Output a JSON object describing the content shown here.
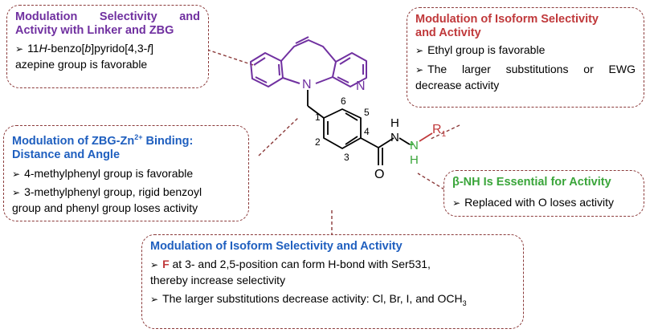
{
  "boxes": {
    "purple": {
      "title_line1": "Modulation Selectivity and",
      "title_line2": "Activity with Linker and ZBG",
      "item1_pre": "11",
      "item1_h": "H",
      "item1_mid": "-benzo[",
      "item1_b": "b",
      "item1_mid2": "]pyrido[4,3-",
      "item1_f": "f",
      "item1_end": "]",
      "item1_line2": "azepine group is favorable"
    },
    "red": {
      "title_line1": "Modulation of Isoform Selectivity",
      "title_line2": "and Activity",
      "item1": "Ethyl group is favorable",
      "item2_line1": "The larger substitutions or EWG",
      "item2_line2": "decrease activity"
    },
    "blue_left": {
      "title_line1_pre": "Modulation of ZBG-Zn",
      "title_line1_sup": "2+",
      "title_line1_post": " Binding:",
      "title_line2": "Distance and Angle",
      "item1": "4-methylphenyl group is favorable",
      "item2_line1": "3-methylphenyl group, rigid benzoyl",
      "item2_line2": "group and phenyl group loses activity"
    },
    "green": {
      "title": "β-NH Is Essential for Activity",
      "item1": "Replaced with O loses activity"
    },
    "blue_bottom": {
      "title": "Modulation of Isoform Selectivity and Activity",
      "item1_f": "F",
      "item1_rest": " at 3- and 2,5-position can form H-bond with Ser531,",
      "item1_line2": "thereby increase selectivity",
      "item2_pre": "The larger substitutions decrease activity: Cl, Br, I, and OCH",
      "item2_sub": "3"
    }
  },
  "bullet_glyph": "➢",
  "structure": {
    "atom_N_ring": "N",
    "atom_N_pyridine": "N",
    "atom_NH_top_N": "N",
    "atom_NH_top_H": "H",
    "atom_NH_green_N": "N",
    "atom_NH_green_H": "H",
    "atom_O": "O",
    "R": "R",
    "R_sub": "1",
    "pos1": "1",
    "pos2": "2",
    "pos3": "3",
    "pos4": "4",
    "pos5": "5",
    "pos6": "6"
  },
  "colors": {
    "purple": "#7030a0",
    "red": "#c0393b",
    "blue": "#1f5fbf",
    "green": "#3aa53a",
    "box_border": "#8b3a3a"
  }
}
